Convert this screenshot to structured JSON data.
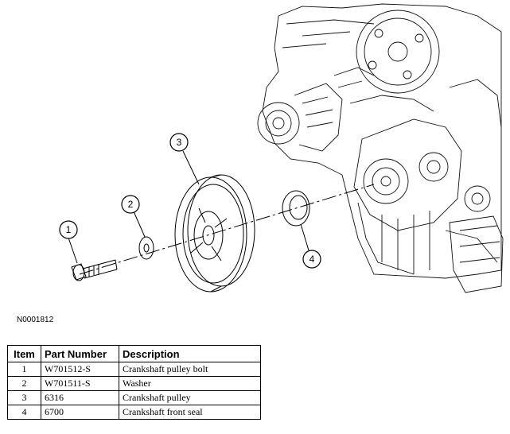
{
  "figure": {
    "id": "N0001812",
    "callouts": [
      "1",
      "2",
      "3",
      "4"
    ]
  },
  "table": {
    "headers": {
      "item": "Item",
      "part_number": "Part Number",
      "description": "Description"
    },
    "rows": [
      {
        "item": "1",
        "part_number": "W701512-S",
        "description": "Crankshaft pulley bolt"
      },
      {
        "item": "2",
        "part_number": "W701511-S",
        "description": "Washer"
      },
      {
        "item": "3",
        "part_number": "6316",
        "description": "Crankshaft pulley"
      },
      {
        "item": "4",
        "part_number": "6700",
        "description": "Crankshaft front seal"
      }
    ]
  }
}
